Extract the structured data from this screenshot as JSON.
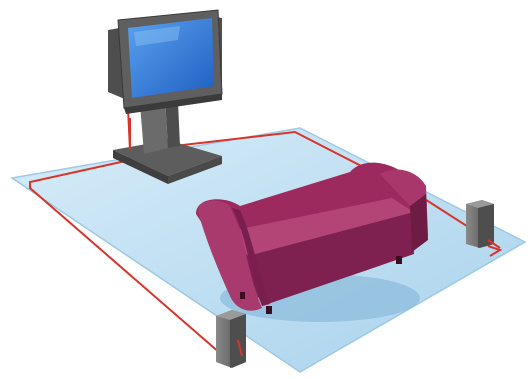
{
  "scene": {
    "description_colors": {
      "floor": "#bfe0f2",
      "floor_edge": "#9fc9e3",
      "cable": "#d8342b",
      "sofa": "#9c2a5f",
      "sofa_dark": "#6f1c44",
      "sofa_light": "#b8437a",
      "tv_body": "#5a5a5a",
      "tv_screen": "#2f7de0",
      "speaker": "#6e6e6e"
    },
    "items": {
      "tv": "television-on-stand",
      "sofa": "sofa",
      "speaker_left": "front-left-speaker",
      "speaker_right": "rear-right-speaker",
      "rug": "floor-rug",
      "cable": "speaker-cable"
    }
  }
}
